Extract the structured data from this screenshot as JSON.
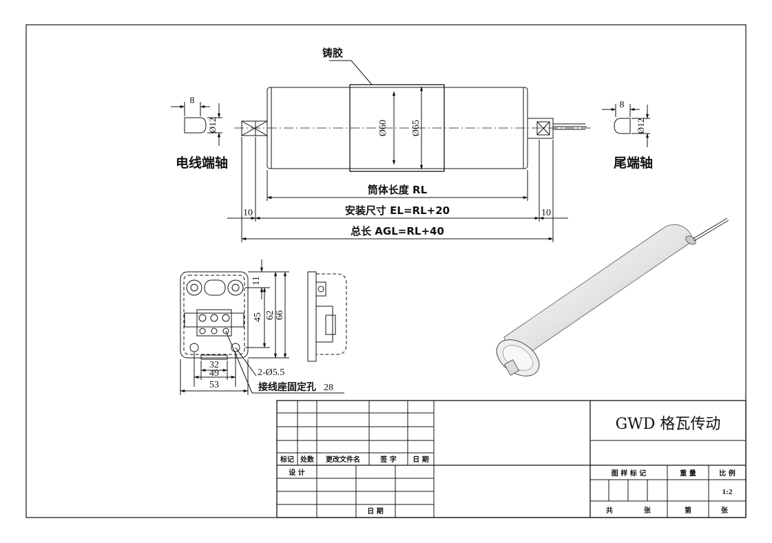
{
  "labels": {
    "potting": "铸胶",
    "cable_end_shaft": "电线端轴",
    "tail_end_shaft": "尾端轴",
    "tube_length": "筒体长度 RL",
    "install_size": "安装尺寸 EL=RL+20",
    "total_length": "总长 AGL=RL+40",
    "terminal_hole": "接线座固定孔",
    "holes": "2-Ø5.5"
  },
  "dims": {
    "shaft_flat_left": "8",
    "shaft_dia_left": "Ø12",
    "shaft_flat_right": "8",
    "shaft_dia_right": "Ø12",
    "tube_dia_60": "Ø60",
    "tube_dia_65": "Ø65",
    "offset_left": "10",
    "offset_right": "10",
    "h11": "11",
    "h45": "45",
    "h62": "62",
    "h66": "66",
    "w32": "32",
    "w49": "49",
    "w53": "53",
    "w28": "28"
  },
  "title_block": {
    "company": "GWD 格瓦传动",
    "mark": "标记",
    "count": "处数",
    "change_doc": "更改文件名",
    "signature": "签 字",
    "date1": "日 期",
    "design": "设 计",
    "date2": "日 期",
    "sample_mark": "图 样 标 记",
    "weight": "重 量",
    "scale": "比 例",
    "scale_value": "1:2",
    "total_sheets": "共",
    "sheets_unit1": "张",
    "sheet_no": "第",
    "sheets_unit2": "张"
  }
}
